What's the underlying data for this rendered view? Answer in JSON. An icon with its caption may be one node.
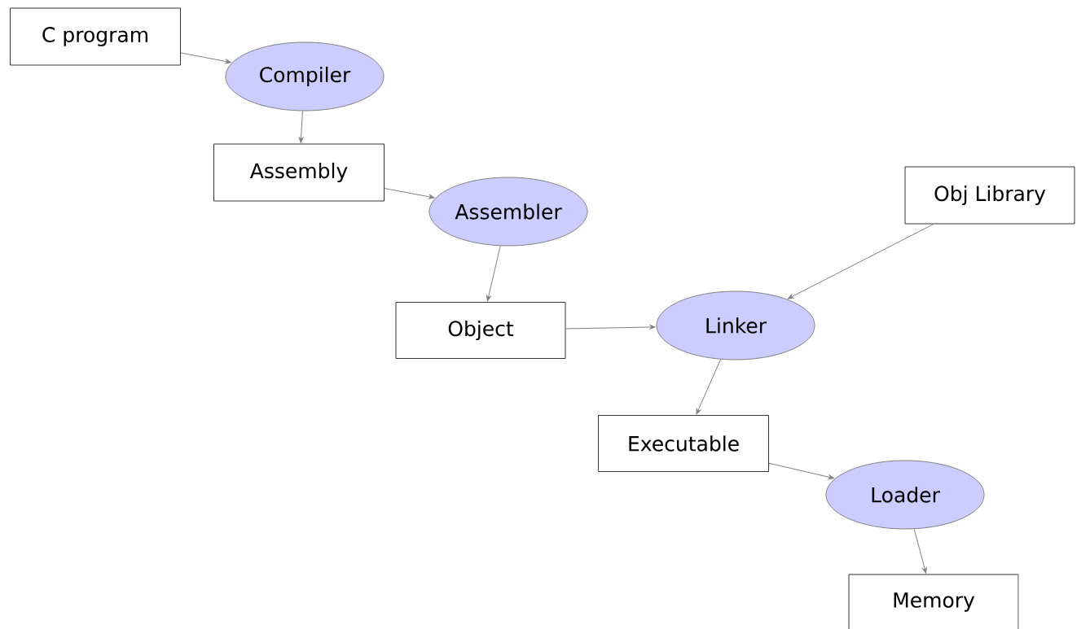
{
  "diagram": {
    "nodes": [
      {
        "text": [
          "C program"
        ]
      },
      {
        "text": [
          "Compiler"
        ]
      },
      {
        "text": [
          "Assembly"
        ]
      },
      {
        "text": [
          "Assembler"
        ]
      },
      {
        "text": [
          "Object"
        ]
      },
      {
        "text": [
          "Linker"
        ]
      },
      {
        "text": [
          "Obj Library"
        ]
      },
      {
        "text": [
          "Executable"
        ]
      },
      {
        "text": [
          "Loader"
        ]
      },
      {
        "text": [
          "Memory"
        ]
      }
    ],
    "edges": [
      {
        "from": 0,
        "to": 1,
        "arrow": "to"
      },
      {
        "from": 1,
        "to": 2,
        "arrow": "to"
      },
      {
        "from": 2,
        "to": 3,
        "arrow": "to"
      },
      {
        "from": 3,
        "to": 4,
        "arrow": "to"
      },
      {
        "from": 4,
        "to": 5,
        "arrow": "to"
      },
      {
        "from": 6,
        "to": 5,
        "arrow": "to"
      },
      {
        "from": 5,
        "to": 7,
        "arrow": "to"
      },
      {
        "from": 7,
        "to": 8,
        "arrow": "to"
      },
      {
        "from": 8,
        "to": 9,
        "arrow": "to"
      }
    ]
  }
}
